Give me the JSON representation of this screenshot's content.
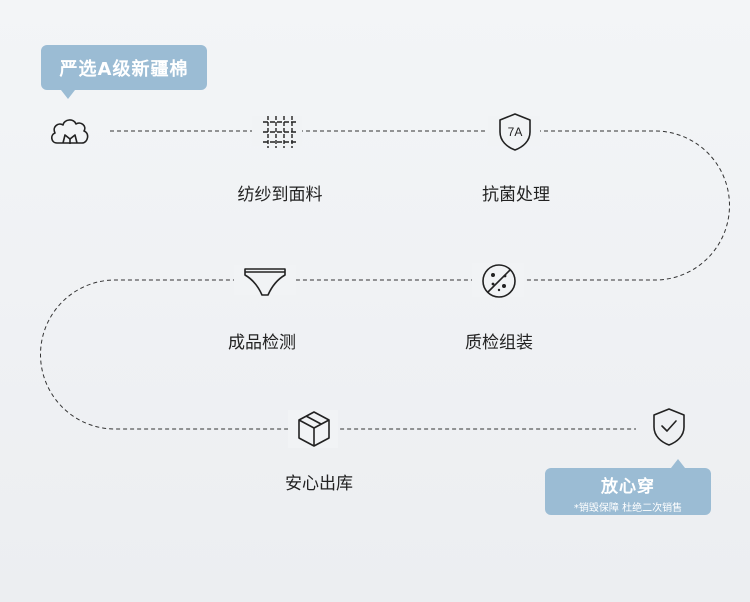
{
  "header_badge": {
    "text": "严选A级新疆棉"
  },
  "steps": [
    {
      "label": "纺纱到面料",
      "icon": "fabric-icon"
    },
    {
      "label": "抗菌处理",
      "icon": "antibacterial-shield-icon",
      "icon_text": "7A"
    },
    {
      "label": "质检组装",
      "icon": "quality-check-icon"
    },
    {
      "label": "成品检测",
      "icon": "underwear-icon"
    },
    {
      "label": "安心出库",
      "icon": "box-icon"
    }
  ],
  "start_icon": "cotton-icon",
  "end_icon": "shield-check-icon",
  "footer_badge": {
    "title": "放心穿",
    "subtitle": "*销毁保障 杜绝二次销售"
  },
  "colors": {
    "accent": "#9bbcd4",
    "line": "#222222"
  }
}
